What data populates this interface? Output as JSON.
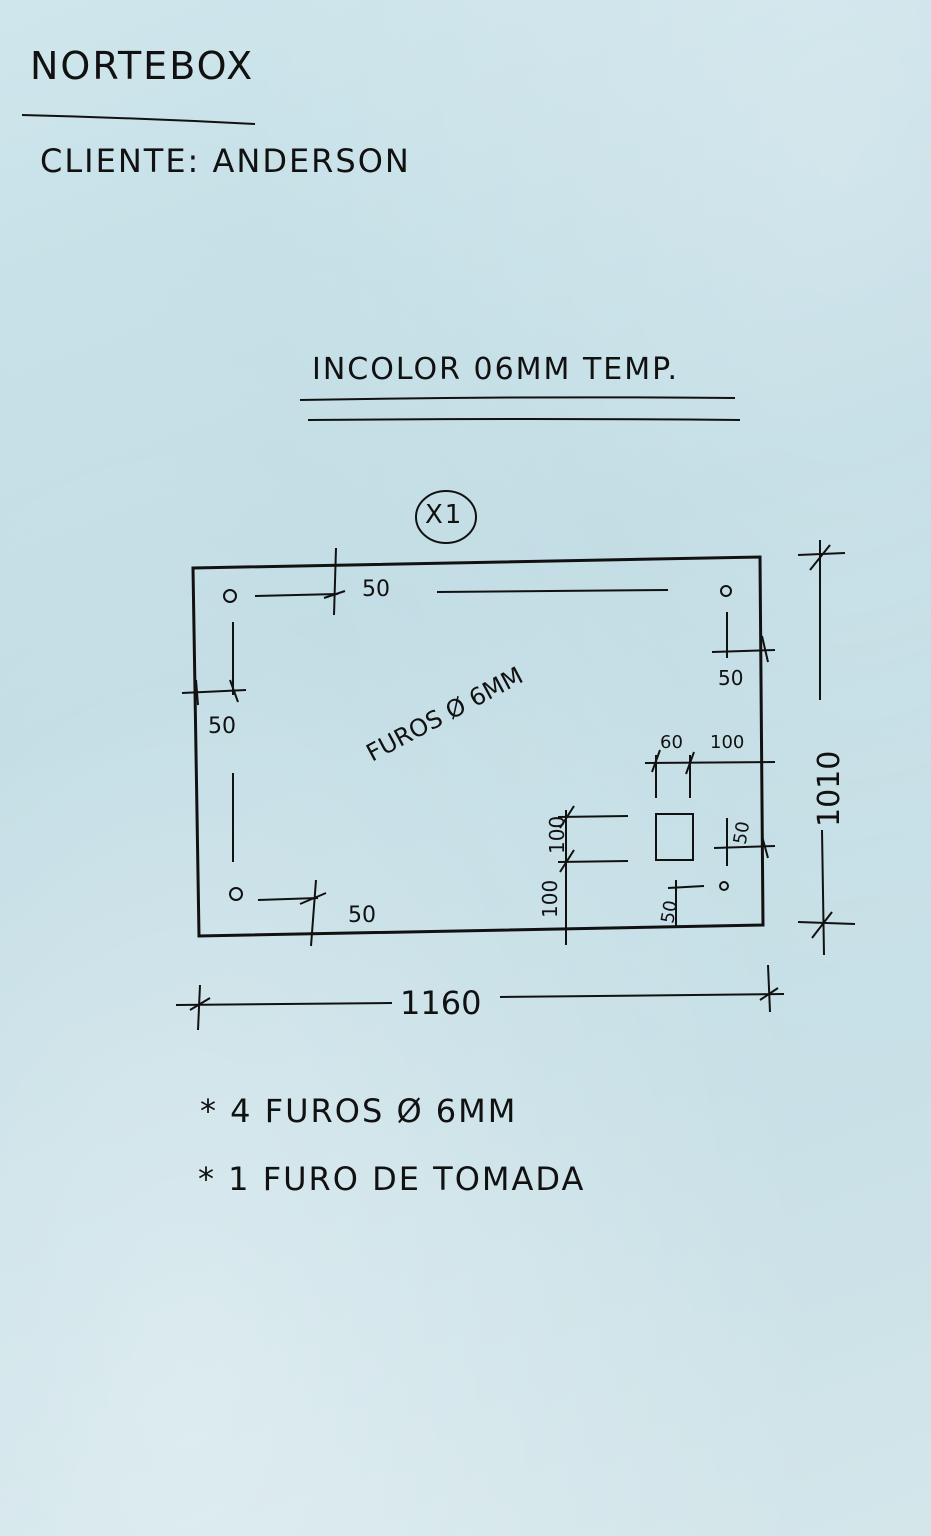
{
  "header": {
    "title": "NORTEBOX",
    "client": "CLIENTE: ANDERSON"
  },
  "spec": {
    "glass": "INCOLOR 06MM TEMP.",
    "quantity": "X1"
  },
  "drawing": {
    "holes_label": "FUROS Ø 6MM",
    "width": "1160",
    "height": "1010",
    "dims": {
      "top_left_offset": "50",
      "left_offset": "50",
      "bottom_left_offset": "50",
      "top_right_offset": "50",
      "socket_spacing_a": "60",
      "socket_spacing_b": "100",
      "socket_right": "50",
      "socket_bottom_hole": "50",
      "socket_vertical_a": "100",
      "socket_vertical_b": "100"
    }
  },
  "notes": [
    "* 4 FUROS Ø 6MM",
    "* 1 FURO DE TOMADA"
  ]
}
